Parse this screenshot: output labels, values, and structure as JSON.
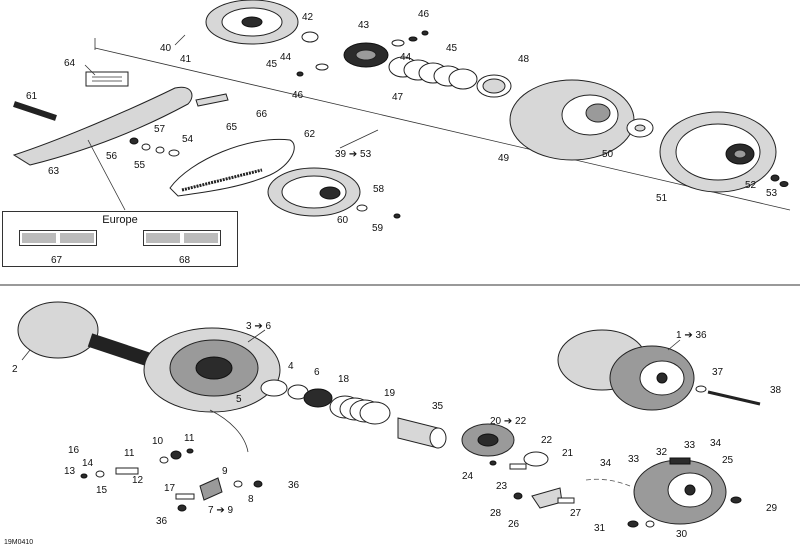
{
  "diagram": {
    "figure_code": "19M0410",
    "europe_label": "Europe",
    "callouts": {
      "c40": "40",
      "c41": "41",
      "c42": "42",
      "c43": "43",
      "c44a": "44",
      "c44b": "44",
      "c45a": "45",
      "c45b": "45",
      "c46a": "46",
      "c46b": "46",
      "c47": "47",
      "c48": "48",
      "c49": "49",
      "c50": "50",
      "c51": "51",
      "c52": "52",
      "c53": "53",
      "c39": "39 ➔ 53",
      "c58": "58",
      "c59": "59",
      "c60": "60",
      "c61": "61",
      "c62": "62",
      "c63": "63",
      "c64": "64",
      "c65": "65",
      "c66": "66",
      "c54": "54",
      "c55": "55",
      "c56": "56",
      "c57": "57",
      "c67": "67",
      "c68": "68",
      "c1": "1 ➔ 36",
      "c2": "2",
      "c3": "3 ➔ 6",
      "c4": "4",
      "c5": "5",
      "c6": "6",
      "c7": "7 ➔ 9",
      "c8": "8",
      "c9": "9",
      "c10": "10",
      "c11a": "11",
      "c11b": "11",
      "c12": "12",
      "c13": "13",
      "c14": "14",
      "c15": "15",
      "c16": "16",
      "c17": "17",
      "c18": "18",
      "c19": "19",
      "c20": "20 ➔ 22",
      "c21": "21",
      "c22": "22",
      "c23": "23",
      "c24": "24",
      "c25": "25",
      "c26": "26",
      "c27": "27",
      "c28": "28",
      "c29": "29",
      "c30": "30",
      "c31": "31",
      "c32": "32",
      "c33a": "33",
      "c33b": "33",
      "c34a": "34",
      "c34b": "34",
      "c35": "35",
      "c36a": "36",
      "c36b": "36",
      "c37": "37",
      "c38": "38"
    }
  }
}
